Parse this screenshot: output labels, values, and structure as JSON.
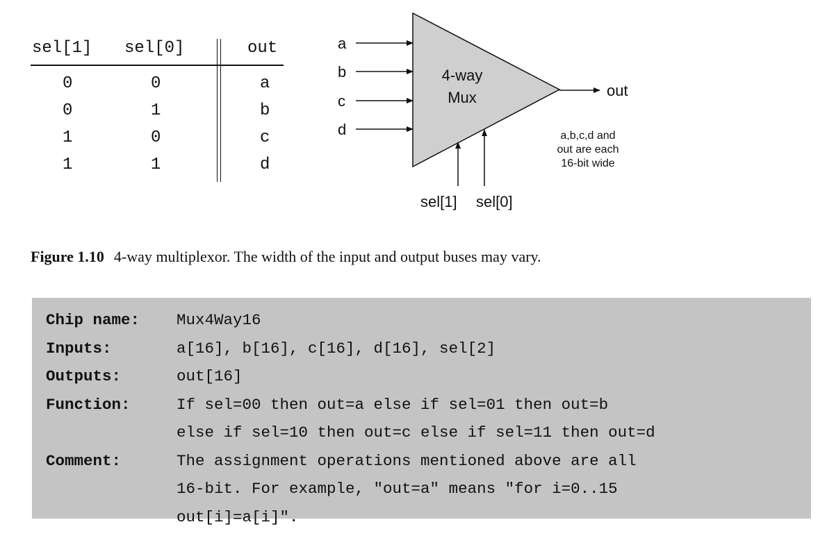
{
  "truth_table": {
    "headers": [
      "sel[1]",
      "sel[0]",
      "out"
    ],
    "rows": [
      [
        "0",
        "0",
        "a"
      ],
      [
        "0",
        "1",
        "b"
      ],
      [
        "1",
        "0",
        "c"
      ],
      [
        "1",
        "1",
        "d"
      ]
    ]
  },
  "diagram": {
    "inputs": [
      "a",
      "b",
      "c",
      "d"
    ],
    "block_line1": "4-way",
    "block_line2": "Mux",
    "output": "out",
    "selects": [
      "sel[1]",
      "sel[0]"
    ],
    "note": [
      "a,b,c,d and",
      "out are each",
      "16-bit wide"
    ],
    "block_fill": "#cfcfcf"
  },
  "caption": {
    "label": "Figure 1.10",
    "text": "4-way multiplexor. The width of the input and output buses may vary."
  },
  "api": {
    "chip_name_key": "Chip name:",
    "chip_name": "Mux4Way16",
    "inputs_key": "Inputs:",
    "inputs": "a[16], b[16], c[16], d[16], sel[2]",
    "outputs_key": "Outputs:",
    "outputs": "out[16]",
    "function_key": "Function:",
    "function": [
      "If sel=00 then out=a else if sel=01 then out=b",
      "else if sel=10 then out=c else if sel=11 then out=d"
    ],
    "comment_key": "Comment:",
    "comment": [
      "The assignment operations mentioned above are all",
      "16-bit. For example, \"out=a\" means \"for i=0..15",
      "out[i]=a[i]\"."
    ],
    "background": "#c4c4c4"
  }
}
